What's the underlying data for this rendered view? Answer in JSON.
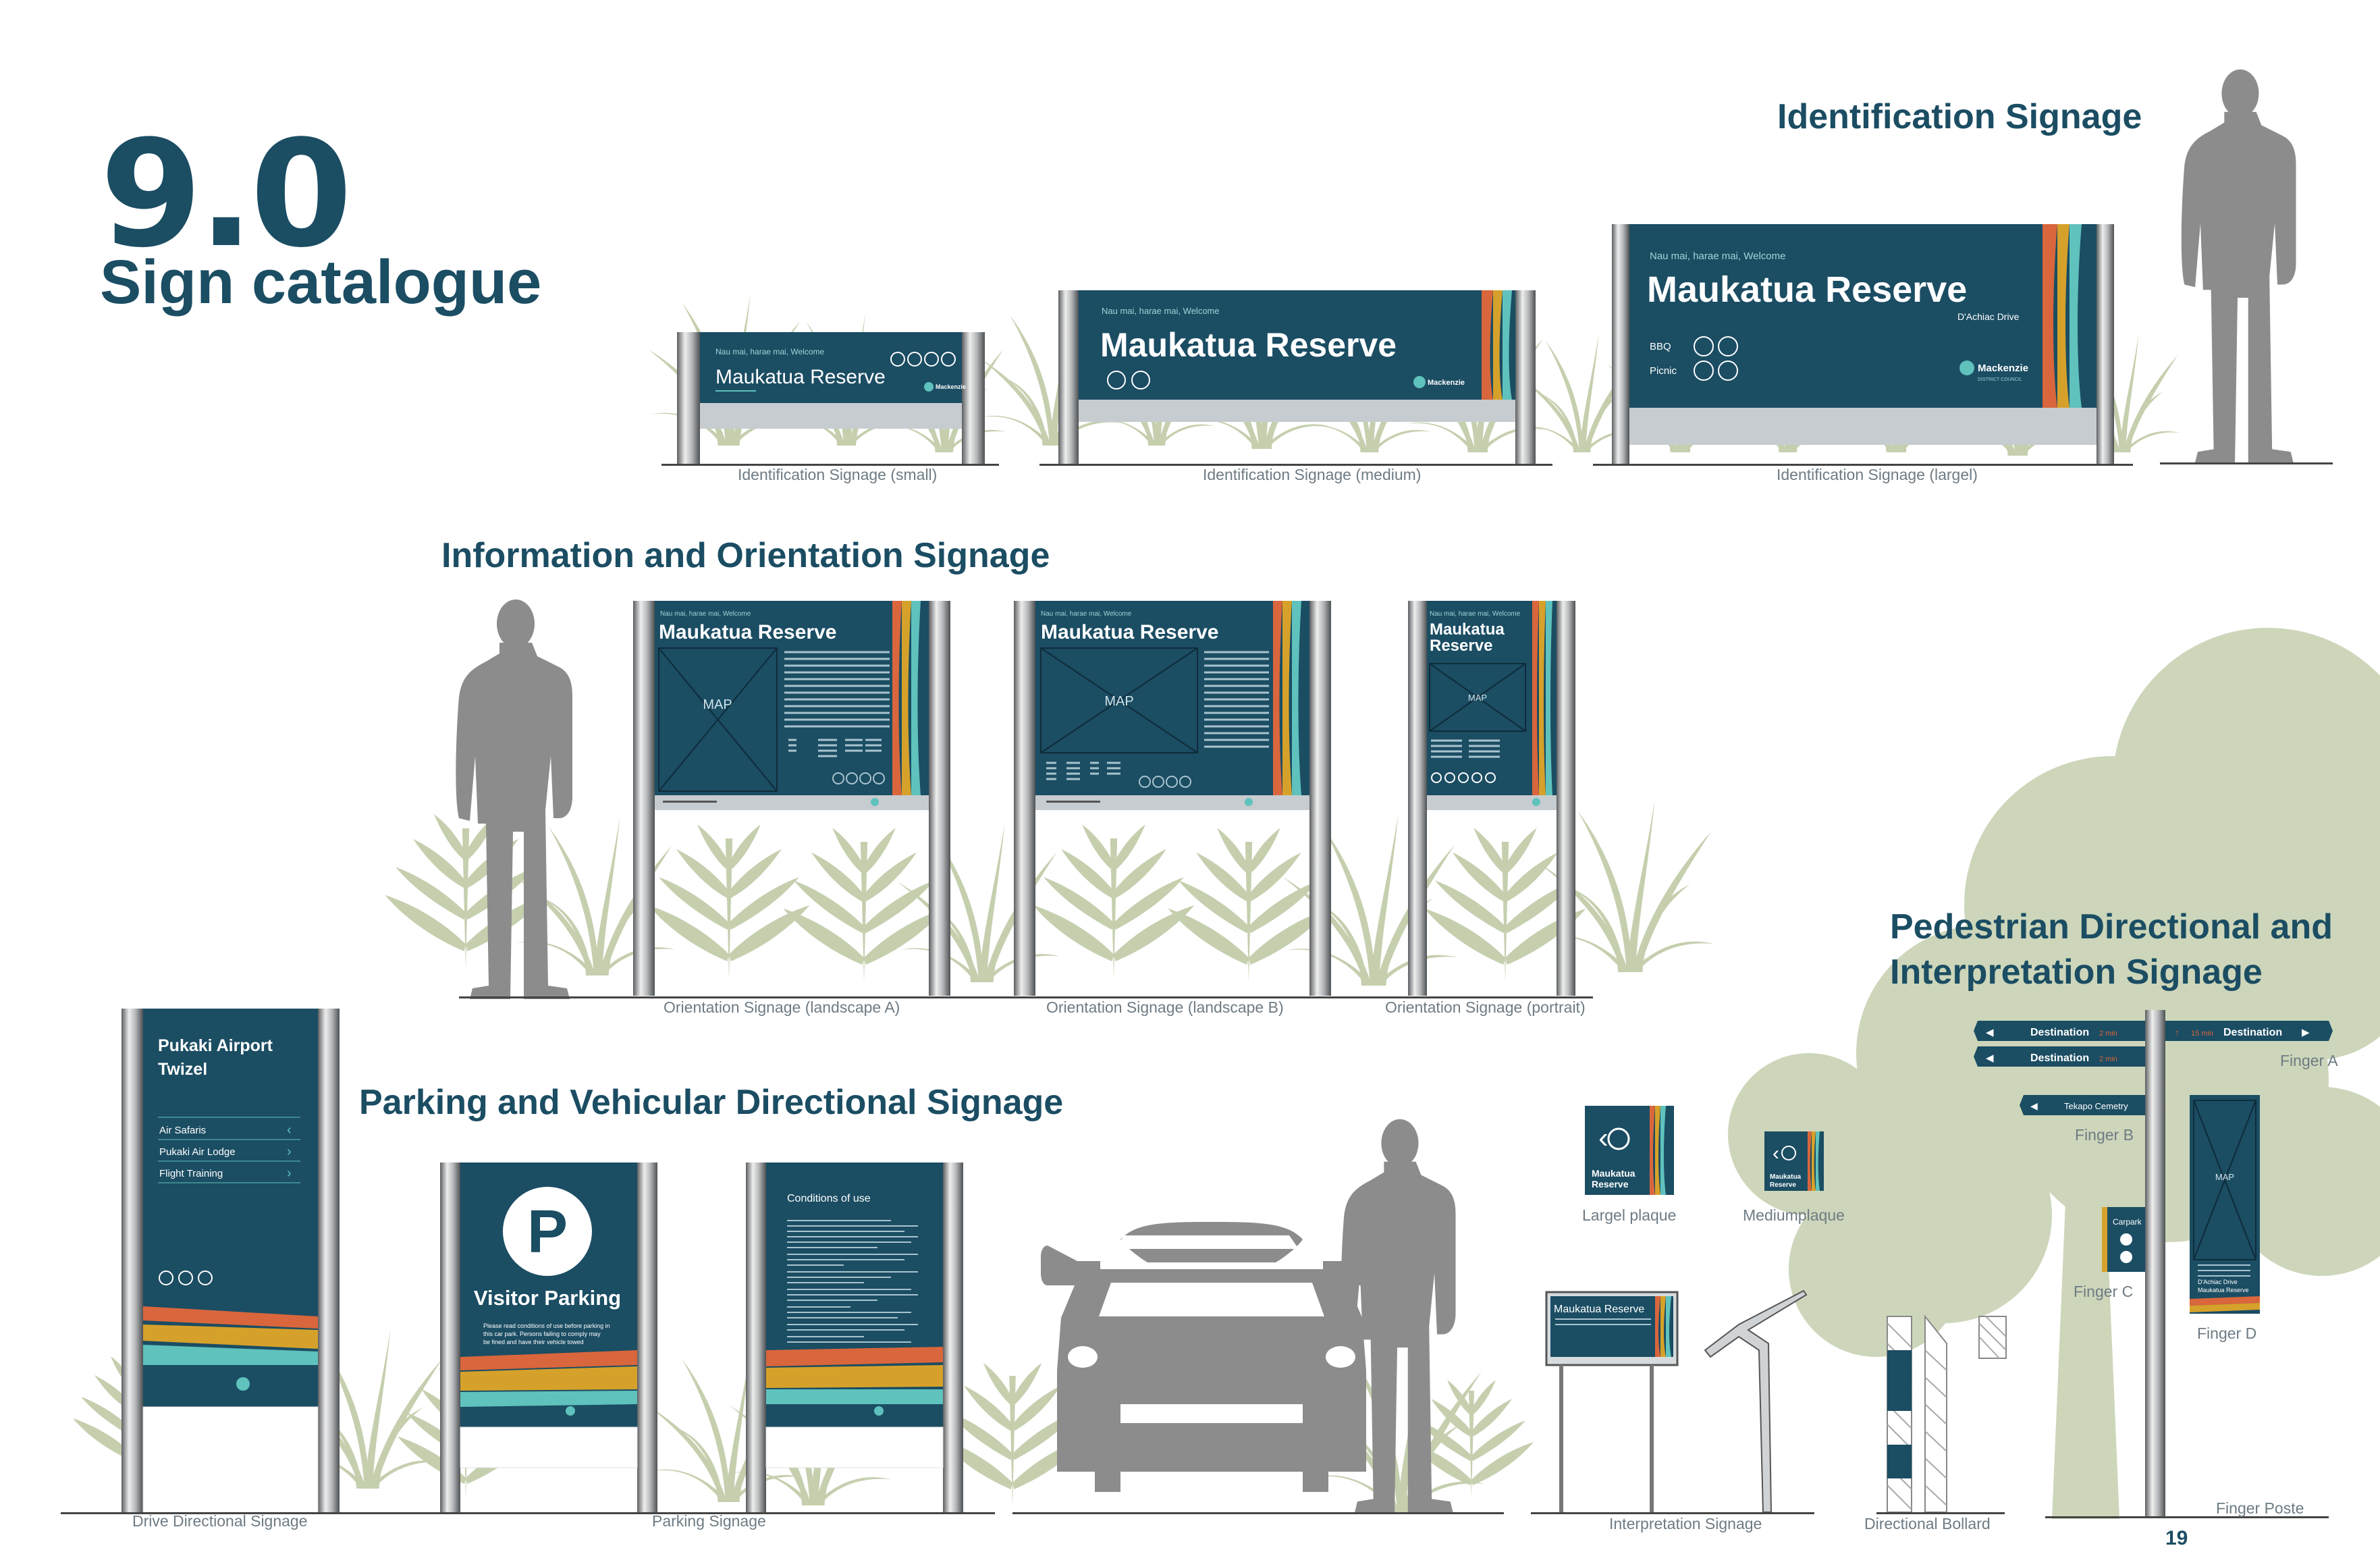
{
  "header": {
    "section_number": "9.0",
    "title": "Sign catalogue"
  },
  "sections": {
    "identification": "Identification Signage",
    "information": "Information and Orientation Signage",
    "parking": "Parking and Vehicular Directional Signage",
    "pedestrian_line1": "Pedestrian Directional and",
    "pedestrian_line2": "Interpretation Signage"
  },
  "captions": {
    "id_small": "Identification Signage (small)",
    "id_medium": "Identification Signage (medium)",
    "id_large": "Identification Signage (largel)",
    "orient_a": "Orientation Signage (landscape A)",
    "orient_b": "Orientation Signage (landscape B)",
    "orient_portrait": "Orientation Signage (portrait)",
    "drive": "Drive Directional Signage",
    "parking": "Parking Signage",
    "large_plaque": "Largel plaque",
    "medium_plaque": "Mediumplaque",
    "interpretation": "Interpretation Signage",
    "bollard": "Directional Bollard",
    "finger_a": "Finger A",
    "finger_b": "Finger B",
    "finger_c": "Finger C",
    "finger_d": "Finger D",
    "finger_post": "Finger Poste"
  },
  "sign_text": {
    "welcome": "Nau mai, harae mai, Welcome",
    "reserve": "Maukatua Reserve",
    "maukatua": "Maukatua",
    "reserve_word": "Reserve",
    "drive": "D'Achiac Drive",
    "bbq": "BBQ",
    "picnic": "Picnic",
    "map": "MAP",
    "logo_name": "Mackenzie",
    "logo_sub": "DISTRICT COUNCIL",
    "pukaki_line1": "Pukaki Airport",
    "pukaki_line2": "Twizel",
    "dest1": "Air Safaris",
    "dest2": "Pukaki Air Lodge",
    "dest3": "Flight Training",
    "parking_letter": "P",
    "visitor_parking": "Visitor Parking",
    "parking_body_1": "Please read conditions of use before parking in",
    "parking_body_2": "this car park. Persons failing to comply may",
    "parking_body_3": "be fined and have their vehicle towed",
    "conditions": "Conditions of use",
    "destination": "Destination",
    "two_min": "2 min",
    "fifteen_min": "15 min",
    "tekapo": "Tekapo Cemetry",
    "carpark": "Carpark"
  },
  "page": {
    "number": "19"
  },
  "colors": {
    "brand_teal": "#1b4d63",
    "panel_grey": "#c7ccd0",
    "stripe_orange": "#d9663c",
    "stripe_yellow": "#d6a12a",
    "stripe_teal": "#5fc2bd",
    "vegetation": "#c5cfae",
    "silhouette": "#8c8c8c"
  }
}
